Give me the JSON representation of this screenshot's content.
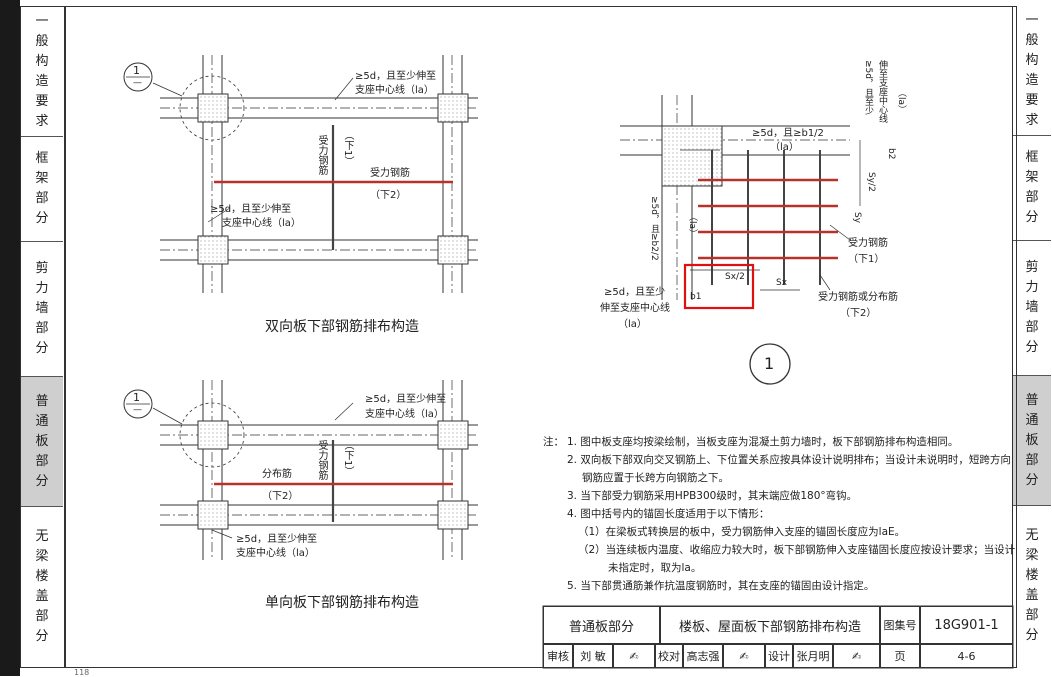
{
  "sidebar_left": {
    "tabs": [
      {
        "label": "一般构造要求",
        "chars": [
          "一",
          "般",
          "构",
          "造",
          "要",
          "求"
        ]
      },
      {
        "label": "框架部分",
        "chars": [
          "框",
          "架",
          "部",
          "分"
        ]
      },
      {
        "label": "剪力墙部分",
        "chars": [
          "剪",
          "力",
          "墙",
          "部",
          "分"
        ]
      },
      {
        "label": "普通板部分",
        "chars": [
          "普",
          "通",
          "板",
          "部",
          "分"
        ],
        "active": true
      },
      {
        "label": "无梁楼盖部分",
        "chars": [
          "无",
          "梁",
          "楼",
          "盖",
          "部",
          "分"
        ]
      }
    ]
  },
  "sidebar_right": {
    "tabs": [
      {
        "label": "一般构造要求",
        "chars": [
          "一",
          "般",
          "构",
          "造",
          "要",
          "求"
        ]
      },
      {
        "label": "框架部分",
        "chars": [
          "框",
          "架",
          "部",
          "分"
        ]
      },
      {
        "label": "剪力墙部分",
        "chars": [
          "剪",
          "力",
          "墙",
          "部",
          "分"
        ]
      },
      {
        "label": "普通板部分",
        "chars": [
          "普",
          "通",
          "板",
          "部",
          "分"
        ],
        "active": true
      },
      {
        "label": "无梁楼盖部分",
        "chars": [
          "无",
          "梁",
          "楼",
          "盖",
          "部",
          "分"
        ]
      }
    ]
  },
  "diagram_top": {
    "callout_num": "1",
    "callout_dash": "—",
    "anchor_top": "≥5d，且至少伸至",
    "anchor_top2": "支座中心线（la）",
    "bar_vertical": "受力钢筋",
    "bar_vertical_sub": "（下1）",
    "bar_horizontal": "受力钢筋",
    "bar_horizontal_sub": "（下2）",
    "anchor_left": "≥5d，且至少伸至",
    "anchor_left2": "支座中心线（la）",
    "caption": "双向板下部钢筋排布构造"
  },
  "diagram_bottom": {
    "callout_num": "1",
    "callout_dash": "—",
    "anchor_top": "≥5d，且至少伸至",
    "anchor_top2": "支座中心线（la）",
    "bar_vertical": "受力钢筋",
    "bar_vertical_sub": "（下1）",
    "bar_horizontal": "分布筋",
    "bar_horizontal_sub": "（下2）",
    "anchor_bottom": "≥5d，且至少伸至",
    "anchor_bottom2": "支座中心线（la）",
    "caption": "单向板下部钢筋排布构造"
  },
  "detail": {
    "top_label": "≥5d，且≥b1/2",
    "top_label2": "（la）",
    "right_top": "≥5d，且至少",
    "right_top2": "伸至支座中心线",
    "right_top3": "（la）",
    "b2": "b2",
    "sy2": "Sy/2",
    "sy": "Sy",
    "left_vert": "≥5d，且≥b2/2",
    "left_vert2": "（la）",
    "bar1": "受力钢筋",
    "bar1_sub": "（下1）",
    "sx2": "Sx/2",
    "sx": "Sx",
    "b1": "b1",
    "bar2": "受力钢筋或分布筋",
    "bar2_sub": "（下2）",
    "left_anchor": "≥5d，且至少",
    "left_anchor2": "伸至支座中心线",
    "left_anchor3": "（la）",
    "circle_num": "1"
  },
  "notes": {
    "prefix": "注：",
    "lines": [
      "1. 图中板支座均按梁绘制，当板支座为混凝土剪力墙时，板下部钢筋排布构造相同。",
      "2. 双向板下部双向交叉钢筋上、下位置关系应按具体设计说明排布；当设计未说明时，短跨方向",
      "钢筋应置于长跨方向钢筋之下。",
      "3. 当下部受力钢筋采用HPB300级时，其末端应做180°弯钩。",
      "4. 图中括号内的锚固长度适用于以下情形：",
      "（1）在梁板式转换层的板中，受力钢筋伸入支座的锚固长度应为laE。",
      "（2）当连续板内温度、收缩应力较大时，板下部钢筋伸入支座锚固长度应按设计要求；当设计",
      "未指定时，取为la。",
      "5. 当下部贯通筋兼作抗温度钢筋时，其在支座的锚固由设计指定。"
    ]
  },
  "title_block": {
    "section": "普通板部分",
    "title": "楼板、屋面板下部钢筋排布构造",
    "atlas_label": "图集号",
    "atlas_no": "18G901-1",
    "review_label": "审核",
    "reviewer": "刘  敏",
    "check_label": "校对",
    "checker": "高志强",
    "design_label": "设计",
    "designer": "张月明",
    "page_label": "页",
    "page_no": "4-6"
  },
  "page_footer": "118",
  "colors": {
    "rebar_red": "#b8322c",
    "highlight_red": "#e01010",
    "line": "#333333",
    "active_tab": "#cfcfcf"
  }
}
